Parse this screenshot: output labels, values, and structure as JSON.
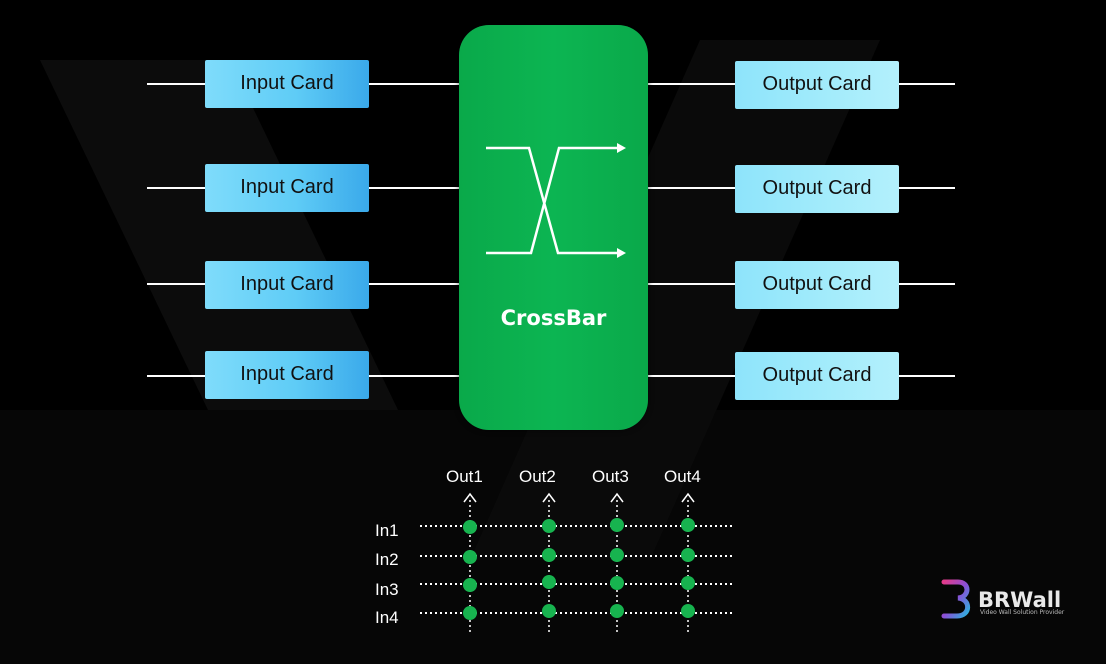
{
  "diagram": {
    "input_cards": [
      "Input Card",
      "Input Card",
      "Input Card",
      "Input Card"
    ],
    "output_cards": [
      "Output Card",
      "Output Card",
      "Output Card",
      "Output Card"
    ],
    "crossbar_label": "CrossBar"
  },
  "matrix": {
    "columns": [
      "Out1",
      "Out2",
      "Out3",
      "Out4"
    ],
    "rows": [
      "In1",
      "In2",
      "In3",
      "In4"
    ],
    "node_color": "#17b34f"
  },
  "logo": {
    "brand": "BRWall",
    "tagline": "Video Wall Solution Provider"
  },
  "colors": {
    "background": "#000000",
    "crossbar": "#0cb552",
    "input_card": "#5fccf6",
    "output_card": "#a4ecfb"
  }
}
